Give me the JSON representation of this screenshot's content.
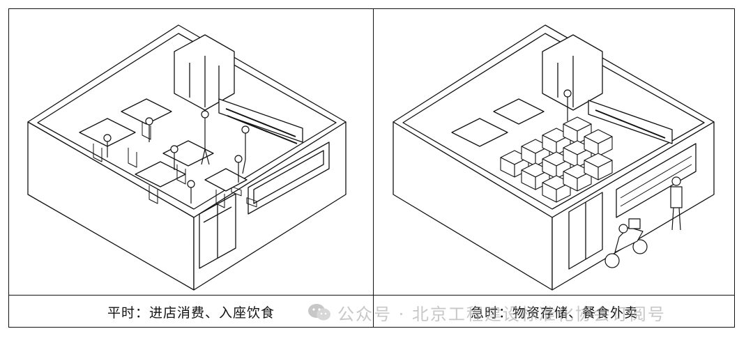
{
  "captions": {
    "left": "平时：进店消费、入座饮食",
    "right": "急时：物资存储、餐食外卖"
  },
  "watermark": {
    "text": "公众号 · 北京工程建设标准化协会订阅号",
    "icon": "wechat-icon"
  },
  "colors": {
    "line": "#111111",
    "background": "#ffffff",
    "watermark": "#9a9a9a"
  }
}
